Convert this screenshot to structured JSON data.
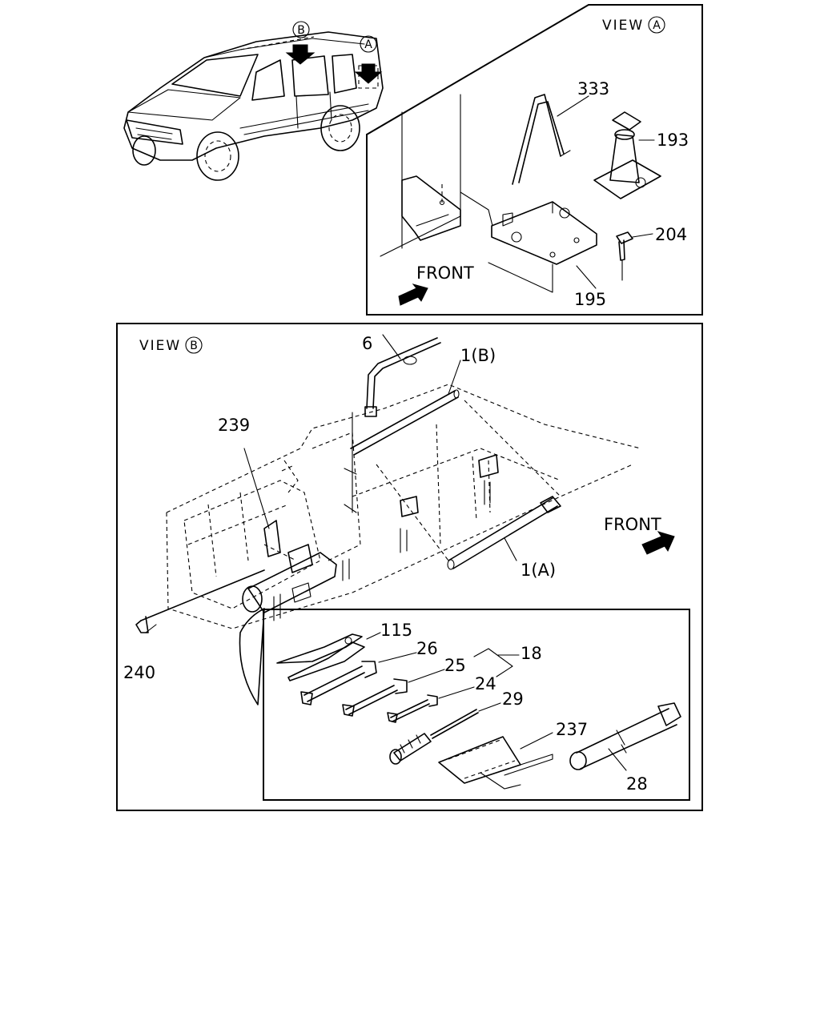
{
  "views": {
    "a": {
      "prefix": "VIEW",
      "marker": "A"
    },
    "b": {
      "prefix": "VIEW",
      "marker": "B"
    }
  },
  "vehicle_markers": [
    "B",
    "A"
  ],
  "front_label": "FRONT",
  "parts_view_a": [
    "333",
    "193",
    "204",
    "195"
  ],
  "parts_view_b": [
    "6",
    "1(B)",
    "239",
    "1(A)",
    "240"
  ],
  "parts_toolkit": [
    "115",
    "26",
    "18",
    "25",
    "24",
    "29",
    "237",
    "28"
  ]
}
